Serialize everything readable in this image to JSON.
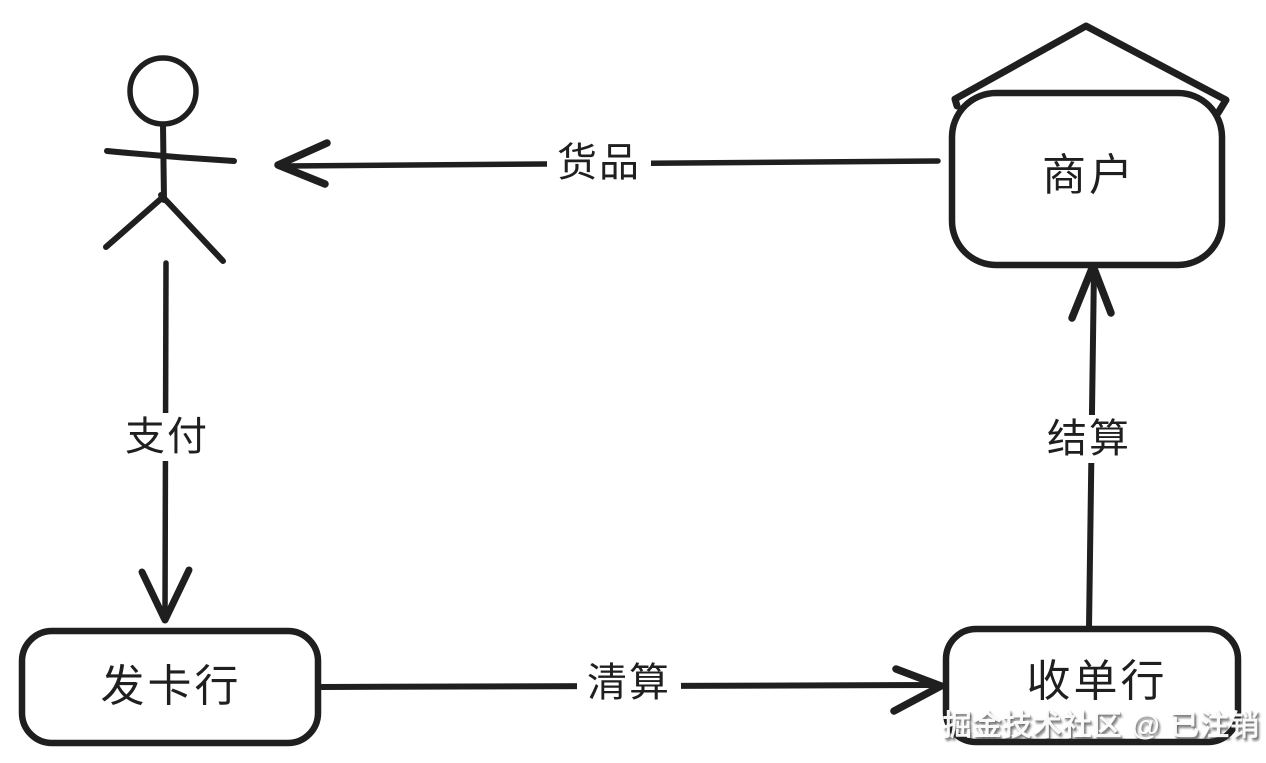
{
  "colors": {
    "ink": "#1f1f1f",
    "background": "#ffffff",
    "watermark_text": "#ffffff"
  },
  "nodes": {
    "customer": {
      "icon": "stick-figure-person",
      "label": ""
    },
    "merchant": {
      "label": "商户",
      "shape": "house"
    },
    "issuing_bank": {
      "label": "发卡行",
      "shape": "rounded-rect"
    },
    "acquiring_bank": {
      "label": "收单行",
      "shape": "rounded-rect"
    }
  },
  "edges": {
    "goods": {
      "label": "货品",
      "from": "merchant",
      "to": "customer",
      "direction": "left"
    },
    "payment": {
      "label": "支付",
      "from": "customer",
      "to": "issuing_bank",
      "direction": "down"
    },
    "clearing": {
      "label": "清算",
      "from": "issuing_bank",
      "to": "acquiring_bank",
      "direction": "right"
    },
    "settlement": {
      "label": "结算",
      "from": "acquiring_bank",
      "to": "merchant",
      "direction": "up"
    }
  },
  "watermark": "掘金技术社区 @ 已注销"
}
